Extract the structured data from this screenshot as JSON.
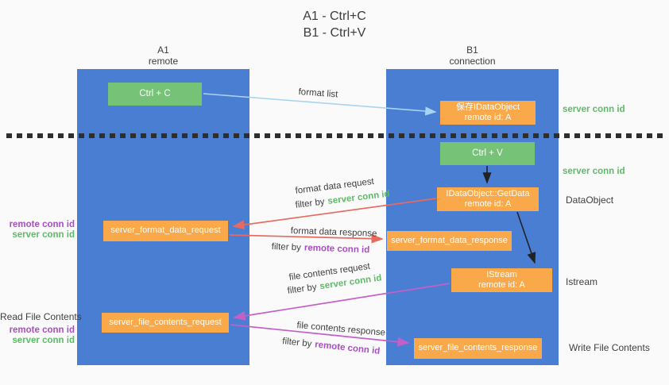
{
  "title": {
    "line1": "A1 - Ctrl+C",
    "line2": "B1 - Ctrl+V"
  },
  "lanes": {
    "a1": {
      "title": "A1",
      "subtitle": "remote"
    },
    "b1": {
      "title": "B1",
      "subtitle": "connection"
    }
  },
  "nodes": {
    "ctrl_c": {
      "label": "Ctrl + C"
    },
    "save_idataobject": {
      "line1": "保存IDataObject",
      "line2": "remote id: A"
    },
    "ctrl_v": {
      "label": "Ctrl + V"
    },
    "getdata": {
      "line1": "IDataObject::GetData",
      "line2": "remote id: A"
    },
    "format_request": {
      "label": "server_format_data_request"
    },
    "format_response": {
      "label": "server_format_data_response"
    },
    "istream": {
      "line1": "IStream",
      "line2": "remote id: A"
    },
    "file_request": {
      "label": "server_file_contents_request"
    },
    "file_response": {
      "label": "server_file_contents_response"
    }
  },
  "arrow_labels": {
    "format_list": "format list",
    "format_data_request": "format data request",
    "format_data_response": "format data response",
    "file_contents_request": "file contents request",
    "file_contents_response": "file contents response",
    "filter_by": "filter by",
    "server_conn_id": "server conn id",
    "remote_conn_id": "remote conn id"
  },
  "side_labels": {
    "right_server_conn_id_1": "server conn id",
    "right_server_conn_id_2": "server conn id",
    "data_object": "DataObject",
    "istream": "Istream",
    "write_file_contents": "Write File Contents",
    "read_file_contents": "Read File Contents",
    "left_remote_conn_id_1": "remote conn id",
    "left_server_conn_id_1": "server conn id",
    "left_remote_conn_id_2": "remote conn id",
    "left_server_conn_id_2": "server conn id"
  },
  "colors": {
    "lane_blue": "#4a7ed3",
    "node_green": "#76c277",
    "node_orange": "#f9a94a",
    "arrow_blue": "#a8d4f2",
    "arrow_red": "#e86a5f",
    "arrow_magenta": "#c55fc8",
    "arrow_black": "#222222",
    "text_green": "#5fba68",
    "text_purple": "#a94ec2",
    "text_dark": "#3f3f3f"
  }
}
